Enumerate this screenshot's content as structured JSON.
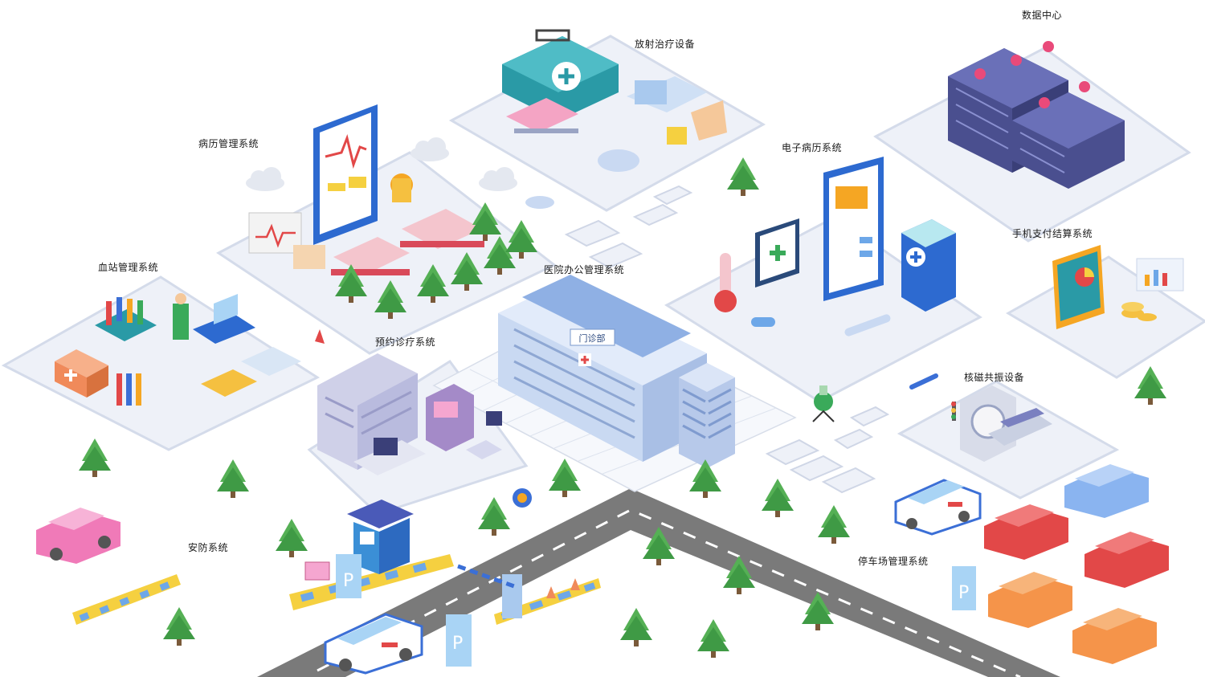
{
  "labels": {
    "data_center": "数据中心",
    "radiotherapy": "放射治疗设备",
    "medical_records_mgmt": "病历管理系统",
    "emr": "电子病历系统",
    "mobile_payment": "手机支付结算系统",
    "blood_station": "血站管理系统",
    "hospital_office": "医院办公管理系统",
    "appointment": "预约诊疗系统",
    "mri": "核磁共振设备",
    "security": "安防系统",
    "parking": "停车场管理系统"
  },
  "building_sign": "门诊部",
  "colors": {
    "platform": "#eef1f8",
    "platform_edge": "#d4dbea",
    "road": "#7a7a7a",
    "road_line": "#ffffff",
    "tree": "#4aa64a",
    "accent_blue": "#3b6fd6",
    "accent_red": "#e24848",
    "teal": "#2a9aa6"
  },
  "icons": [
    "data-server-icon",
    "hospital-building-icon",
    "ambulance-icon",
    "tree-icon",
    "car-icon",
    "tablet-icon",
    "hospital-bed-icon",
    "medical-kit-icon",
    "mri-machine-icon",
    "thermometer-icon",
    "coin-stack-icon",
    "parking-sign-icon",
    "guard-booth-icon",
    "barrier-gate-icon",
    "cloud-icon",
    "test-tube-rack-icon"
  ]
}
